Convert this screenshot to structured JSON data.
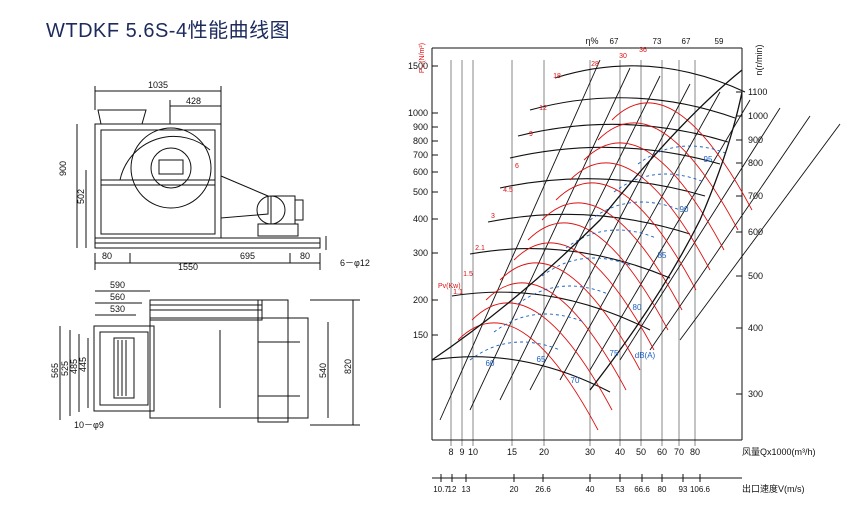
{
  "title": "WTDKF 5.6S-4性能曲线图",
  "drawing": {
    "top_view_dims": [
      "1035",
      "428",
      "900",
      "502",
      "80",
      "695",
      "80",
      "1550",
      "6－φ12"
    ],
    "bottom_view_dims": [
      "590",
      "560",
      "530",
      "565",
      "525",
      "485",
      "445",
      "540",
      "820",
      "10－φ9"
    ]
  },
  "chart": {
    "left_axis_label": "P₂₀(N/m²)",
    "left_ticks": [
      "1500",
      "1000",
      "900",
      "800",
      "700",
      "600",
      "500",
      "400",
      "300",
      "200",
      "150"
    ],
    "right_axis_label": "n(r/min)",
    "right_ticks": [
      "1100",
      "1000",
      "900",
      "800",
      "700",
      "600",
      "500",
      "400",
      "300"
    ],
    "efficiency_label": "η%",
    "efficiency_ticks": [
      "67",
      "73",
      "67",
      "59"
    ],
    "power_label": "Pv(Kw)",
    "power_ticks": [
      "36",
      "30",
      "28",
      "18",
      "12",
      "9",
      "6",
      "4.5",
      "3",
      "2.1",
      "1.5",
      "1.1"
    ],
    "noise_ticks": [
      "95",
      "90",
      "85",
      "80",
      "75",
      "70",
      "65",
      "60"
    ],
    "noise_label": "dB(A)",
    "q_label": "风量Qx1000(m³/h)",
    "q_ticks": [
      "8",
      "9",
      "10",
      "15",
      "20",
      "30",
      "40",
      "50",
      "60",
      "70",
      "80"
    ],
    "v_label": "出口速度V(m/s)",
    "v_ticks": [
      "10.7",
      "12",
      "13",
      "20",
      "26.6",
      "40",
      "53",
      "66.6",
      "80",
      "93",
      "106.6"
    ]
  }
}
